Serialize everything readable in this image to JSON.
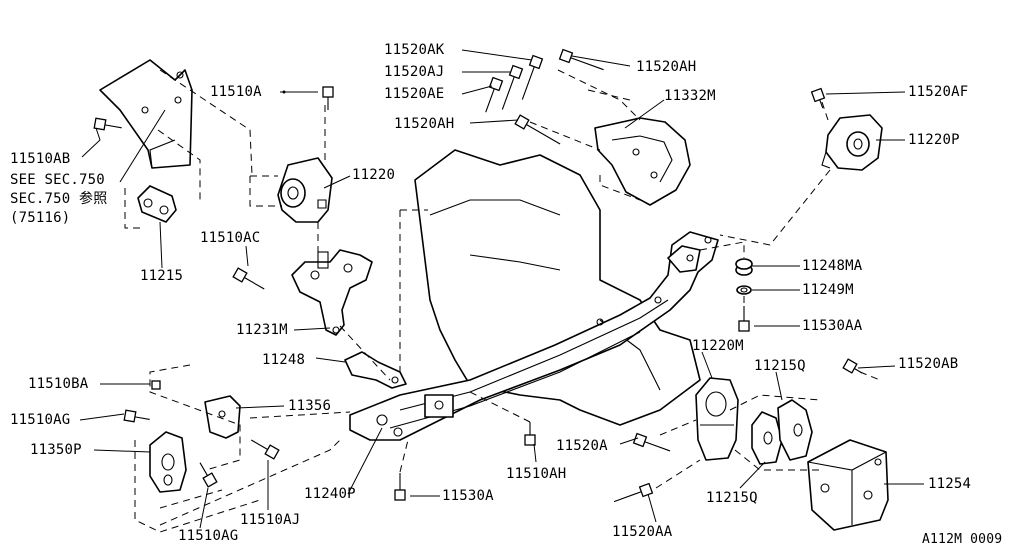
{
  "labels": {
    "p11520AK": "11520AK",
    "p11520AJ": "11520AJ",
    "p11520AE": "11520AE",
    "p11520AH_top": "11520AH",
    "p11520AH_left": "11520AH",
    "p11332M": "11332M",
    "p11520AF": "11520AF",
    "p11220P": "11220P",
    "p11510A": "11510A",
    "p11220": "11220",
    "p11510AB": "11510AB",
    "see_sec_750": "SEE SEC.750",
    "sec_750_ref": "SEC.750 参照",
    "ref_75116": "(75116)",
    "p11215": "11215",
    "p11510AC": "11510AC",
    "p11231M": "11231M",
    "p11248": "11248",
    "p11248MA": "11248MA",
    "p11249M": "11249M",
    "p11530AA": "11530AA",
    "p11220M": "11220M",
    "p11215Q_top": "11215Q",
    "p11520AB": "11520AB",
    "p11510BA": "11510BA",
    "p11356": "11356",
    "p11510AG_left": "11510AG",
    "p11350P": "11350P",
    "p11520A": "11520A",
    "p11510AH": "11510AH",
    "p11240P": "11240P",
    "p11530A": "11530A",
    "p11510AJ": "11510AJ",
    "p11510AG_bottom": "11510AG",
    "p11215Q_bottom": "11215Q",
    "p11254": "11254",
    "p11520AA": "11520AA",
    "diagram_code": "A112M 0009"
  }
}
